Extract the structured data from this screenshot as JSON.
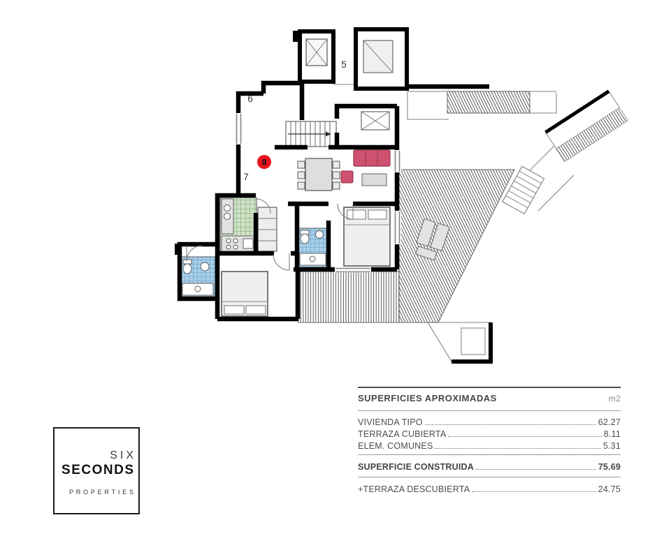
{
  "plan": {
    "label_5": "5",
    "label_6": "6",
    "label_7": "7",
    "badge": "8",
    "badge_color": "#e8131c"
  },
  "logo": {
    "six": "SIX",
    "seconds": "SECONDS",
    "properties": "PROPERTIES"
  },
  "areas": {
    "title": "SUPERFICIES APROXIMADAS",
    "unit": "m2",
    "rows": [
      {
        "label": "VIVIENDA TIPO",
        "value": "62.27"
      },
      {
        "label": "TERRAZA CUBIERTA",
        "value": "8.11"
      },
      {
        "label": "ELEM. COMUNES",
        "value": "5.31"
      }
    ],
    "total": {
      "label": "SUPERFICIE CONSTRUIDA",
      "value": "75.69"
    },
    "extra": {
      "label": "+TERRAZA DESCUBIERTA",
      "value": "24.75"
    }
  }
}
